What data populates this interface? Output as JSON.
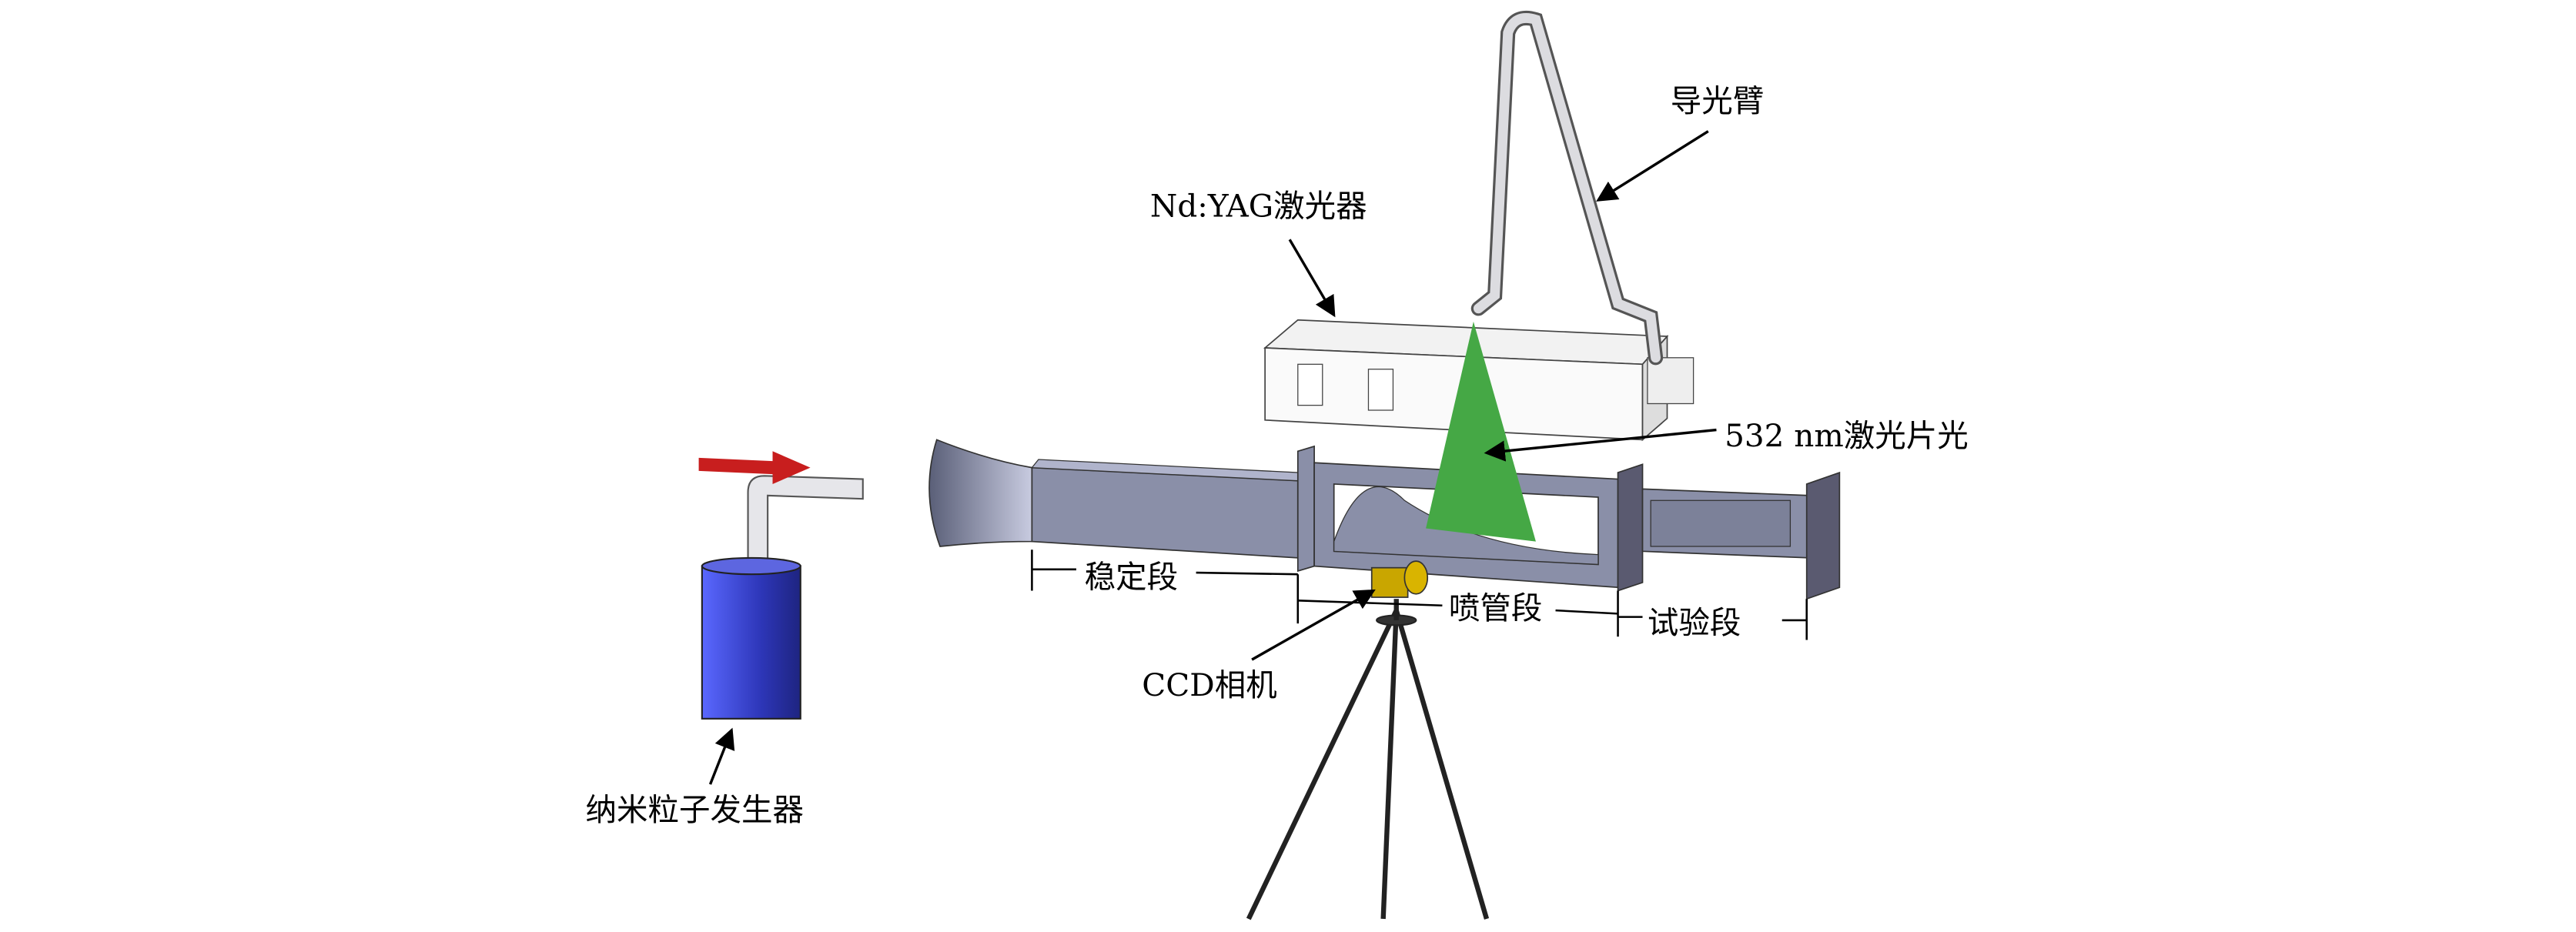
{
  "labels": {
    "light_arm": "导光臂",
    "laser": "Nd:YAG激光器",
    "light_sheet": "532 nm激光片光",
    "settling_section": "稳定段",
    "nozzle_section": "喷管段",
    "test_section": "试验段",
    "ccd_camera": "CCD相机",
    "particle_generator": "纳米粒子发生器"
  },
  "colors": {
    "duct": "#8a8fa8",
    "green_sheet": "#45a845",
    "generator": "#3a44c8",
    "arrow_red": "#c81e1e",
    "camera": "#c9a600"
  }
}
